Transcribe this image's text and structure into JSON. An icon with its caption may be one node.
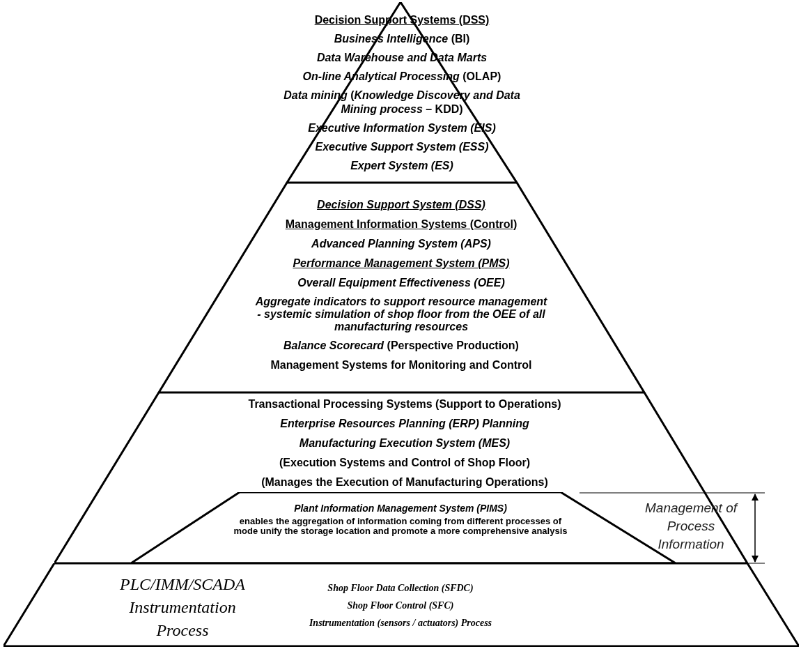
{
  "diagram": {
    "nodes": [
      {
        "text": [
          "Decision Support Systems (DSS)",
          "*Business Intelligence* (BI)",
          "Data Warehouse and Data Marts",
          "*On-line Analytical Processing* (OLAP)",
          "*Data mining* (*Knowledge Discovery and Data Mining process* – KDD)",
          "Executive Information System (EIS)",
          "Executive Support System (ESS)",
          "Expert System (ES)"
        ]
      },
      {
        "text": [
          "Decision Support System (DSS)",
          "Management Information Systems (Control)",
          "Advanced Planning System (APS)",
          "Performance Management System (PMS)",
          "Overall Equipment Effectiveness (OEE)",
          "Aggregate indicators to support resource management - systemic simulation of shop floor from the OEE of all manufacturing resources",
          "*Balance Scorecard* (Perspective Production)",
          "Management Systems for Monitoring and Control"
        ]
      },
      {
        "text": [
          "Transactional Processing Systems (Support to Operations)",
          "Enterprise Resources Planning (ERP) Planning",
          "Manufacturing Execution System (MES)",
          "(Execution Systems and Control of Shop Floor)",
          "(Manages the Execution of Manufacturing Operations)"
        ]
      },
      {
        "text": [
          "Plant Information Management System (PIMS)",
          "enables the aggregation of information coming from different processes of mode unify the storage location and promote a more comprehensive analysis"
        ],
        "in": 2
      },
      {
        "text": [
          "PLC/IMM/SCADA Instrumentation Process",
          "Shop Floor Data Collection (SFDC)",
          "Shop Floor Control (SFC)",
          "Instrumentation (sensors / actuators) Process"
        ]
      }
    ],
    "labels": [
      "Management of Process Information"
    ]
  }
}
